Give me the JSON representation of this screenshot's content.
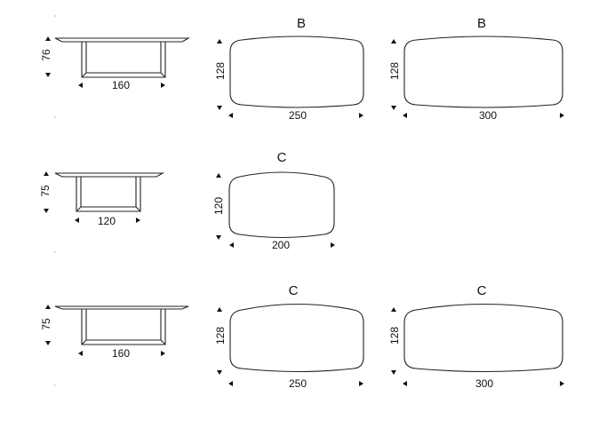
{
  "rows": [
    {
      "side": {
        "height": "76",
        "width": "160"
      },
      "tops": [
        {
          "label": "B",
          "depth": "128",
          "length": "250"
        },
        {
          "label": "B",
          "depth": "128",
          "length": "300"
        }
      ]
    },
    {
      "side": {
        "height": "75",
        "width": "120"
      },
      "tops": [
        {
          "label": "C",
          "depth": "120",
          "length": "200"
        }
      ]
    },
    {
      "side": {
        "height": "75",
        "width": "160"
      },
      "tops": [
        {
          "label": "C",
          "depth": "128",
          "length": "250"
        },
        {
          "label": "C",
          "depth": "128",
          "length": "300"
        }
      ]
    }
  ]
}
